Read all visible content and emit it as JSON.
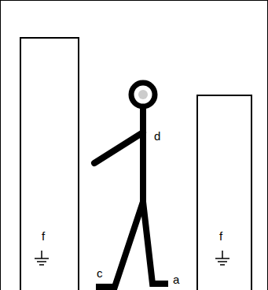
{
  "diagram": {
    "nodes": [
      {
        "text": [
          "f"
        ]
      },
      {
        "text": [
          "f"
        ]
      }
    ],
    "labels": [
      "d",
      "c",
      "a"
    ]
  }
}
